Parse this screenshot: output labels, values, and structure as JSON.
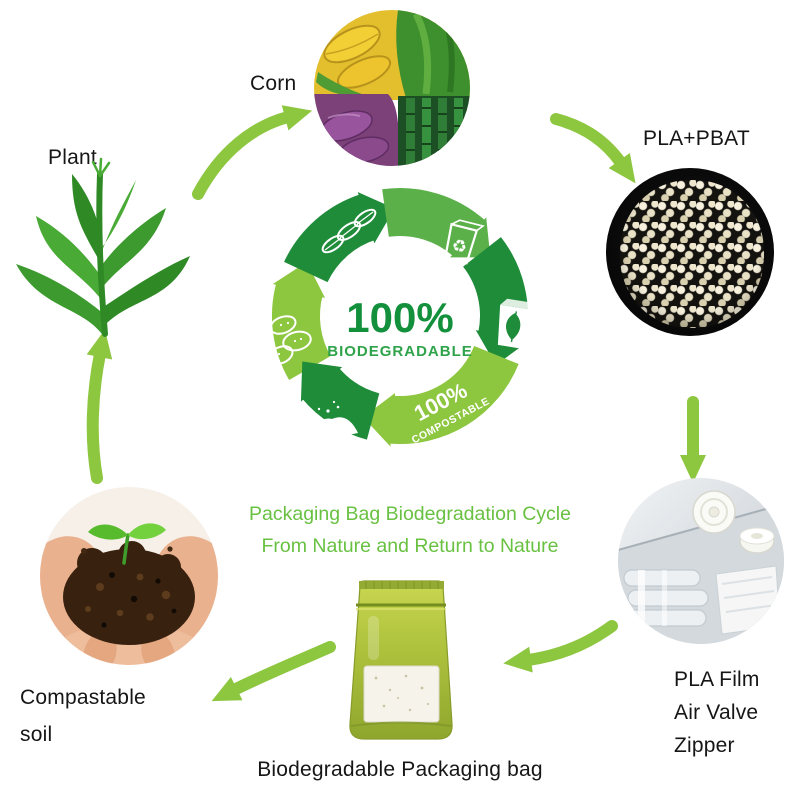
{
  "colors": {
    "arrow_green": "#8DC63F",
    "dark_green": "#1F8C3A",
    "mid_green": "#5CB04A",
    "caption_green": "#69C142",
    "text_black": "#161616"
  },
  "labels": {
    "plant": "Plant",
    "corn": "Corn",
    "pla_pbat": "PLA+PBAT",
    "film1": "PLA Film",
    "film2": "Air Valve",
    "film3": "Zipper",
    "bag": "Biodegradable Packaging bag",
    "soil1": "Compastable",
    "soil2": "soil"
  },
  "center": {
    "percent1": "100%",
    "word1": "BIODEGRADABLE",
    "percent2": "100%",
    "word2": "COMPOSTABLE",
    "caption1": "Packaging Bag Biodegradation Cycle",
    "caption2": "From Nature and Return to Nature"
  },
  "cycle_order": [
    "Plant",
    "Corn",
    "PLA+PBAT",
    "PLA Film / Air Valve / Zipper",
    "Biodegradable Packaging bag",
    "Compastable soil"
  ],
  "icons": {
    "ring": [
      "potato-icon",
      "corn-icon",
      "recycle-bag-icon",
      "leaf-bag-icon",
      "compost-powder-icon"
    ]
  }
}
